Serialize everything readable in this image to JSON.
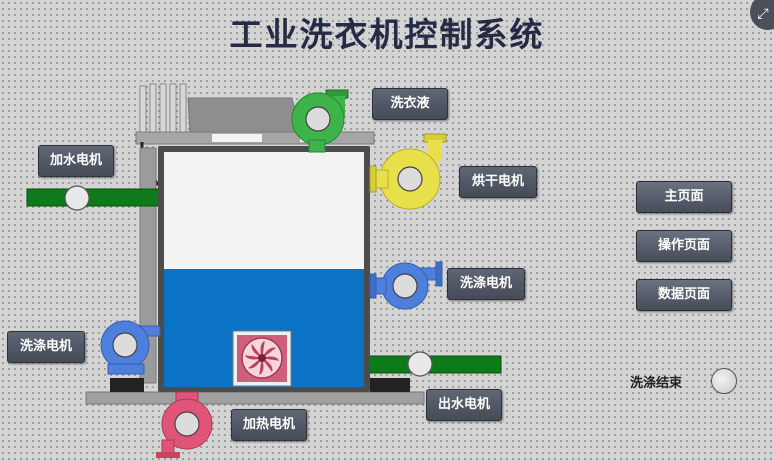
{
  "title": "工业洗衣机控制系统",
  "corner_icon": "expand-icon",
  "labels": {
    "detergent": "洗衣液",
    "water_in_motor": "加水电机",
    "dryer_motor": "烘干电机",
    "wash_motor_right": "洗涤电机",
    "wash_motor_left": "洗涤电机",
    "drain_motor": "出水电机",
    "heater_motor": "加热电机"
  },
  "nav": {
    "home": "主页面",
    "operation": "操作页面",
    "data": "数据页面"
  },
  "status": {
    "wash_done_label": "洗涤结束",
    "wash_done_on": false
  },
  "colors": {
    "pump_green": "#3db34a",
    "pump_yellow": "#e8e04a",
    "pump_blue": "#4f7fdc",
    "pump_red": "#e05577",
    "pipe_green": "#0e7a1a",
    "water_blue": "#0a73c6",
    "tank_white": "#f3f3f3"
  }
}
